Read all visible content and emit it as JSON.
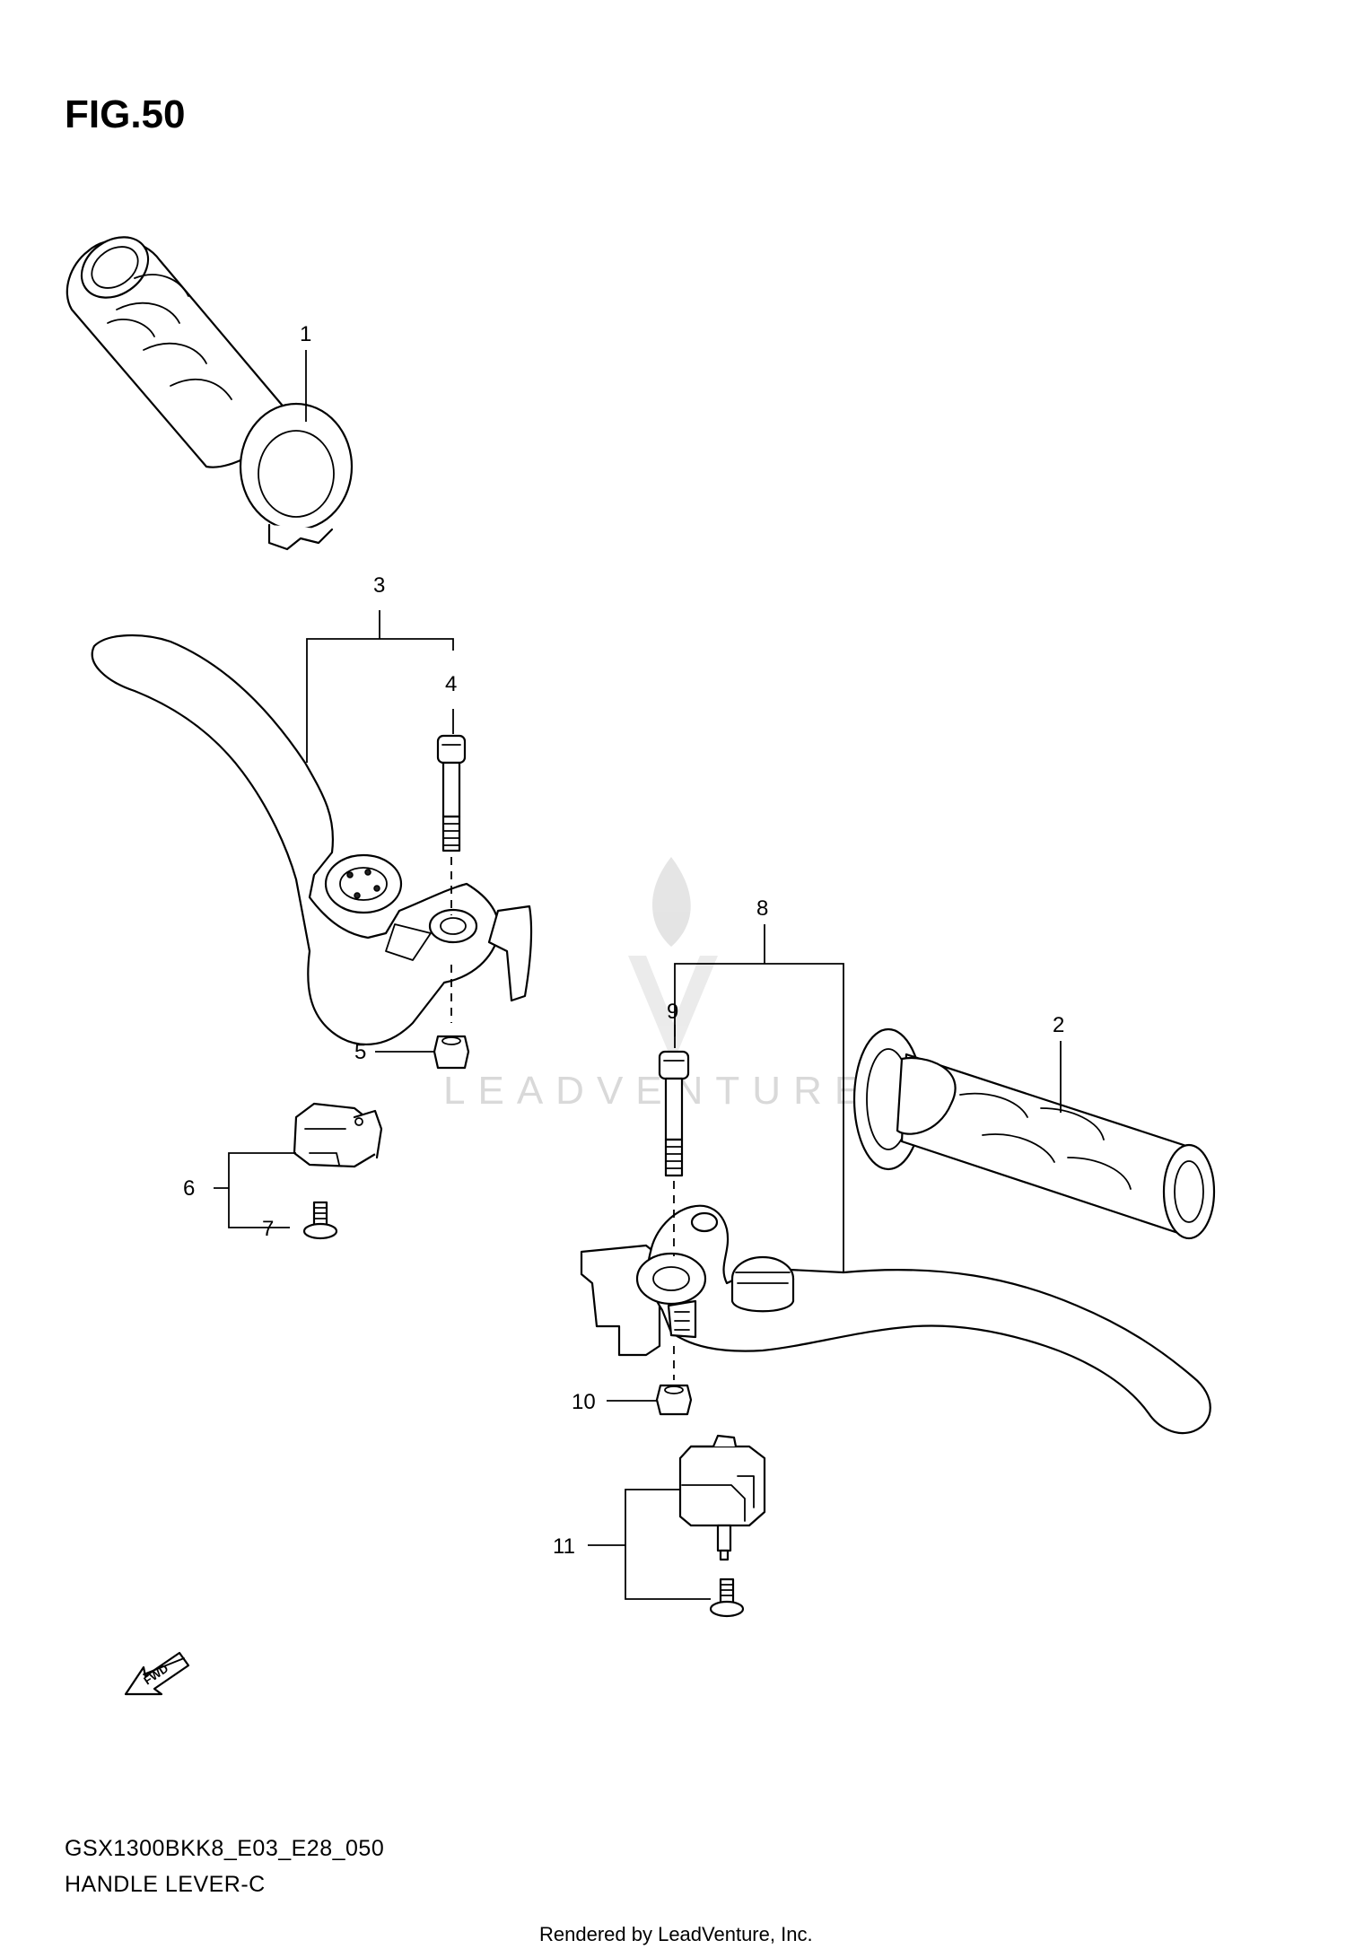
{
  "figure": {
    "title": "FIG.50",
    "model_code": "GSX1300BKK8_E03_E28_050",
    "section_name": "HANDLE LEVER-C",
    "credit": "Rendered by LeadVenture, Inc.",
    "watermark": "LEADVENTURE",
    "direction_label": "FWD"
  },
  "callouts": [
    {
      "number": "1",
      "part": "grip-left"
    },
    {
      "number": "2",
      "part": "grip-right"
    },
    {
      "number": "3",
      "part": "clutch-lever-assembly"
    },
    {
      "number": "4",
      "part": "lever-pivot-bolt"
    },
    {
      "number": "5",
      "part": "lever-nut"
    },
    {
      "number": "6",
      "part": "clutch-switch"
    },
    {
      "number": "7",
      "part": "switch-screw"
    },
    {
      "number": "8",
      "part": "brake-lever-assembly"
    },
    {
      "number": "9",
      "part": "lever-pivot-bolt"
    },
    {
      "number": "10",
      "part": "lever-nut"
    },
    {
      "number": "11",
      "part": "brake-switch"
    }
  ],
  "colors": {
    "line": "#000000",
    "background": "#ffffff",
    "watermark": "#d9d9d9"
  }
}
